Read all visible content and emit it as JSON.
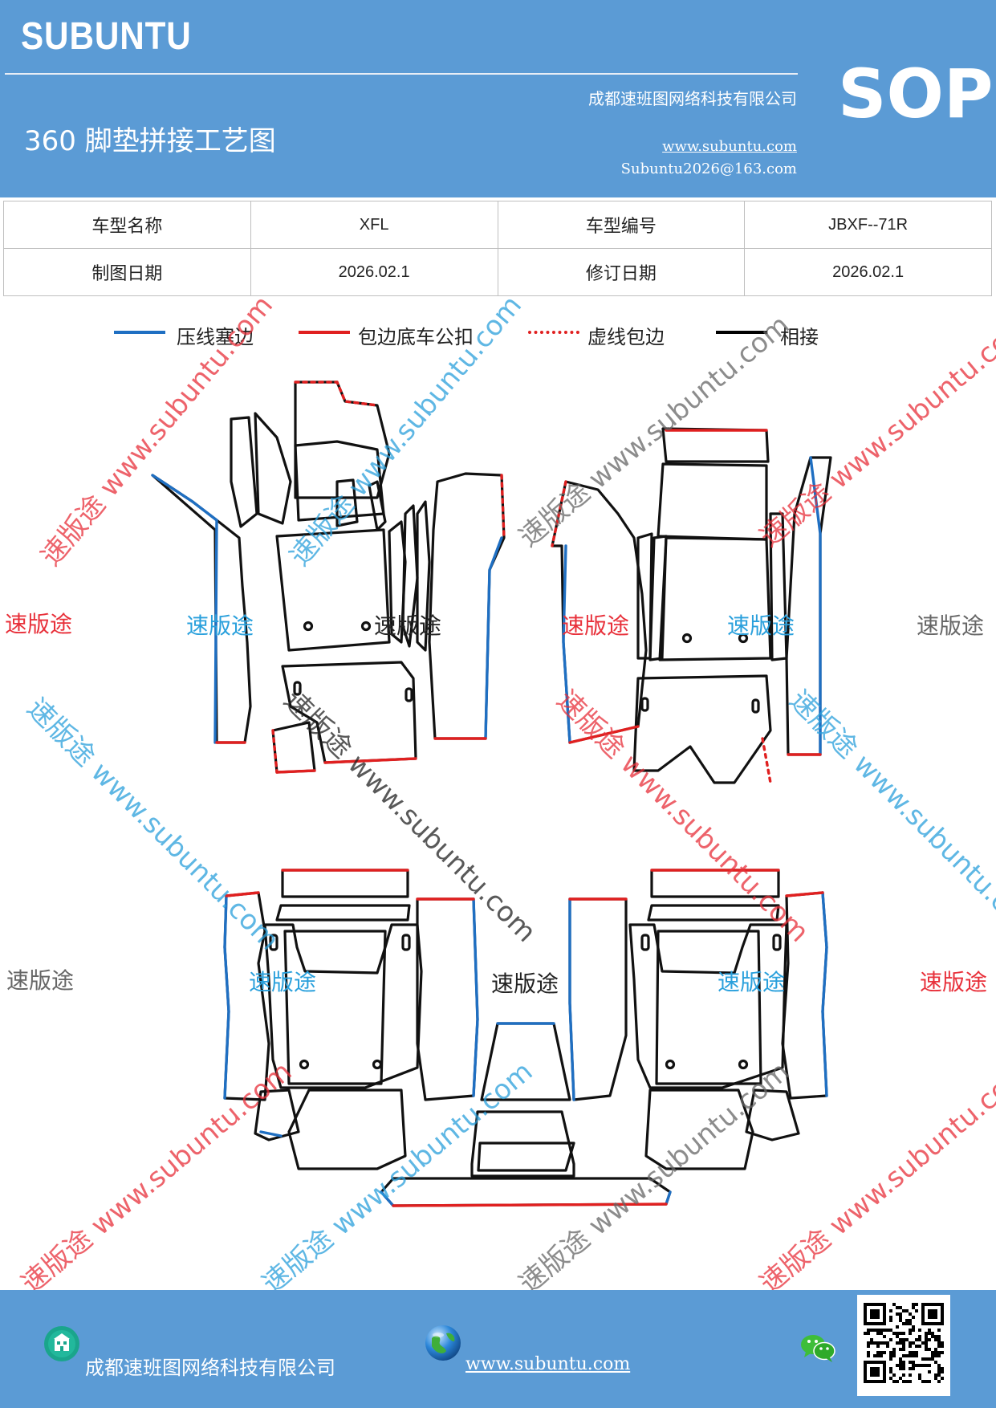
{
  "header": {
    "brand": "SUBUNTU",
    "title": "360 脚垫拼接工艺图",
    "company": "成都速班图网络科技有限公司",
    "website": "www.subuntu.com",
    "email": "Subuntu2026@163.com",
    "badge": "SOP"
  },
  "info_table": {
    "rows": [
      [
        "车型名称",
        "XFL",
        "车型编号",
        "JBXF--71R"
      ],
      [
        "制图日期",
        "2026.02.1",
        "修订日期",
        "2026.02.1"
      ]
    ]
  },
  "legend": [
    {
      "label": "压线塞边",
      "color": "#1f6fc2",
      "style": "solid"
    },
    {
      "label": "包边底车公扣",
      "color": "#e02020",
      "style": "solid"
    },
    {
      "label": "虚线包边",
      "color": "#e02020",
      "style": "dotted"
    },
    {
      "label": "相接",
      "color": "#000000",
      "style": "solid"
    }
  ],
  "watermarks": {
    "diagonal_text": "速版途 www.subuntu.com",
    "flat_text": "速版途"
  },
  "colors": {
    "brand_blue": "#5b9bd5",
    "edge_blue": "#1f6fc2",
    "edge_red": "#e02020",
    "watermark_red": "#e8303a",
    "watermark_blue": "#2aa0dc",
    "watermark_gray": "#666666"
  },
  "footer": {
    "company": "成都速班图网络科技有限公司",
    "website": "www.subuntu.com",
    "company_icon": "building-icon",
    "website_icon": "globe-icon",
    "wechat_icon": "wechat-icon",
    "qr_icon": "qr-code-icon"
  }
}
